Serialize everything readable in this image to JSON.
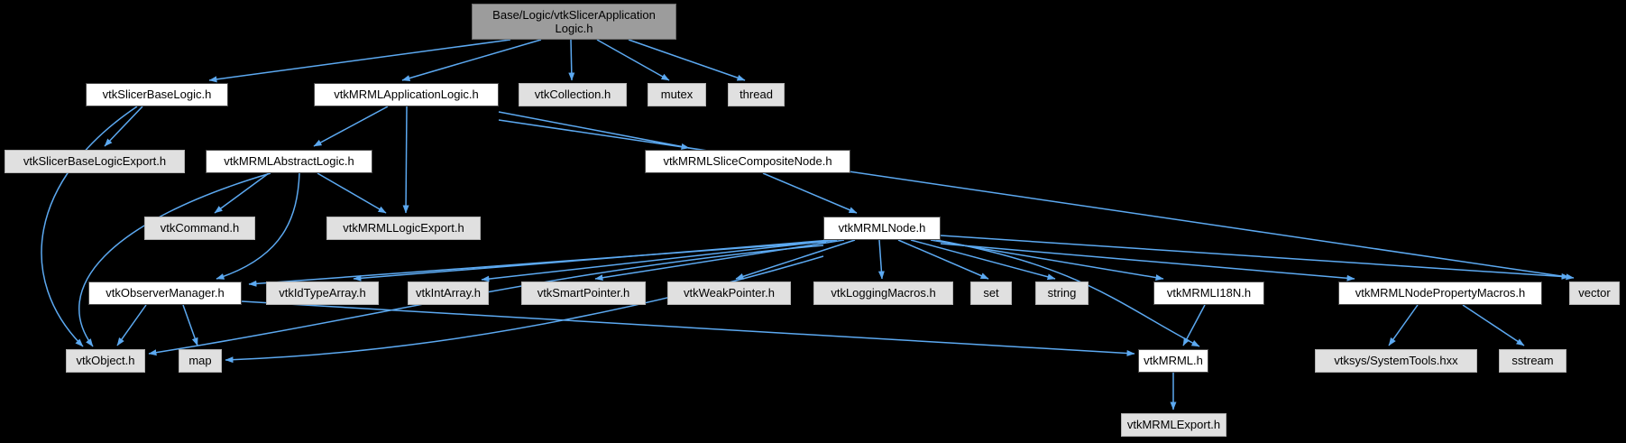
{
  "diagram": {
    "type": "include-dependency-graph",
    "root_file": "Base/Logic/vtkSlicerApplicationLogic.h",
    "colors": {
      "background": "#000000",
      "edge": "#5ca9f1",
      "plain_node_fill": "#e0e0e0",
      "linked_node_fill": "#ffffff",
      "root_node_fill": "#9c9c9c",
      "text": "#000000"
    },
    "nodes": [
      {
        "label": "Base/Logic/vtkSlicerApplication\nLogic.h",
        "kind": "root"
      },
      {
        "label": "vtkSlicerBaseLogic.h",
        "kind": "linked"
      },
      {
        "label": "vtkMRMLApplicationLogic.h",
        "kind": "linked"
      },
      {
        "label": "vtkCollection.h",
        "kind": "plain"
      },
      {
        "label": "mutex",
        "kind": "plain"
      },
      {
        "label": "thread",
        "kind": "plain"
      },
      {
        "label": "vtkSlicerBaseLogicExport.h",
        "kind": "plain"
      },
      {
        "label": "vtkMRMLAbstractLogic.h",
        "kind": "linked"
      },
      {
        "label": "vtkMRMLSliceCompositeNode.h",
        "kind": "linked"
      },
      {
        "label": "vtkCommand.h",
        "kind": "plain"
      },
      {
        "label": "vtkMRMLLogicExport.h",
        "kind": "plain"
      },
      {
        "label": "vtkMRMLNode.h",
        "kind": "linked"
      },
      {
        "label": "vtkObserverManager.h",
        "kind": "linked"
      },
      {
        "label": "vtkIdTypeArray.h",
        "kind": "plain"
      },
      {
        "label": "vtkIntArray.h",
        "kind": "plain"
      },
      {
        "label": "vtkSmartPointer.h",
        "kind": "plain"
      },
      {
        "label": "vtkWeakPointer.h",
        "kind": "plain"
      },
      {
        "label": "vtkLoggingMacros.h",
        "kind": "plain"
      },
      {
        "label": "set",
        "kind": "plain"
      },
      {
        "label": "string",
        "kind": "plain"
      },
      {
        "label": "vtkMRMLI18N.h",
        "kind": "linked"
      },
      {
        "label": "vtkMRMLNodePropertyMacros.h",
        "kind": "linked"
      },
      {
        "label": "vector",
        "kind": "plain"
      },
      {
        "label": "vtkObject.h",
        "kind": "plain"
      },
      {
        "label": "map",
        "kind": "plain"
      },
      {
        "label": "vtkMRML.h",
        "kind": "linked"
      },
      {
        "label": "vtksys/SystemTools.hxx",
        "kind": "plain"
      },
      {
        "label": "sstream",
        "kind": "plain"
      },
      {
        "label": "vtkMRMLExport.h",
        "kind": "plain"
      }
    ],
    "edges": [
      {
        "from": "Base/Logic/vtkSlicerApplicationLogic.h",
        "to": "vtkSlicerBaseLogic.h"
      },
      {
        "from": "Base/Logic/vtkSlicerApplicationLogic.h",
        "to": "vtkMRMLApplicationLogic.h"
      },
      {
        "from": "Base/Logic/vtkSlicerApplicationLogic.h",
        "to": "vtkCollection.h"
      },
      {
        "from": "Base/Logic/vtkSlicerApplicationLogic.h",
        "to": "mutex"
      },
      {
        "from": "Base/Logic/vtkSlicerApplicationLogic.h",
        "to": "thread"
      },
      {
        "from": "vtkSlicerBaseLogic.h",
        "to": "vtkSlicerBaseLogicExport.h"
      },
      {
        "from": "vtkSlicerBaseLogic.h",
        "to": "vtkObject.h"
      },
      {
        "from": "vtkMRMLApplicationLogic.h",
        "to": "vtkMRMLAbstractLogic.h"
      },
      {
        "from": "vtkMRMLApplicationLogic.h",
        "to": "vtkMRMLLogicExport.h"
      },
      {
        "from": "vtkMRMLApplicationLogic.h",
        "to": "vtkMRMLSliceCompositeNode.h"
      },
      {
        "from": "vtkMRMLApplicationLogic.h",
        "to": "vector"
      },
      {
        "from": "vtkMRMLAbstractLogic.h",
        "to": "vtkCommand.h"
      },
      {
        "from": "vtkMRMLAbstractLogic.h",
        "to": "vtkMRMLLogicExport.h"
      },
      {
        "from": "vtkMRMLAbstractLogic.h",
        "to": "vtkObserverManager.h"
      },
      {
        "from": "vtkMRMLAbstractLogic.h",
        "to": "vtkObject.h"
      },
      {
        "from": "vtkMRMLSliceCompositeNode.h",
        "to": "vtkMRMLNode.h"
      },
      {
        "from": "vtkMRMLNode.h",
        "to": "vtkObserverManager.h"
      },
      {
        "from": "vtkMRMLNode.h",
        "to": "vtkIdTypeArray.h"
      },
      {
        "from": "vtkMRMLNode.h",
        "to": "vtkIntArray.h"
      },
      {
        "from": "vtkMRMLNode.h",
        "to": "vtkSmartPointer.h"
      },
      {
        "from": "vtkMRMLNode.h",
        "to": "vtkWeakPointer.h"
      },
      {
        "from": "vtkMRMLNode.h",
        "to": "vtkLoggingMacros.h"
      },
      {
        "from": "vtkMRMLNode.h",
        "to": "set"
      },
      {
        "from": "vtkMRMLNode.h",
        "to": "string"
      },
      {
        "from": "vtkMRMLNode.h",
        "to": "vtkMRMLI18N.h"
      },
      {
        "from": "vtkMRMLNode.h",
        "to": "vtkMRMLNodePropertyMacros.h"
      },
      {
        "from": "vtkMRMLNode.h",
        "to": "vector"
      },
      {
        "from": "vtkMRMLNode.h",
        "to": "vtkObject.h"
      },
      {
        "from": "vtkMRMLNode.h",
        "to": "map"
      },
      {
        "from": "vtkMRMLNode.h",
        "to": "vtkMRML.h"
      },
      {
        "from": "vtkObserverManager.h",
        "to": "vtkObject.h"
      },
      {
        "from": "vtkObserverManager.h",
        "to": "map"
      },
      {
        "from": "vtkObserverManager.h",
        "to": "vtkMRML.h"
      },
      {
        "from": "vtkMRMLI18N.h",
        "to": "vtkMRML.h"
      },
      {
        "from": "vtkMRMLNodePropertyMacros.h",
        "to": "vtksys/SystemTools.hxx"
      },
      {
        "from": "vtkMRMLNodePropertyMacros.h",
        "to": "sstream"
      },
      {
        "from": "vtkMRML.h",
        "to": "vtkMRMLExport.h"
      }
    ]
  }
}
